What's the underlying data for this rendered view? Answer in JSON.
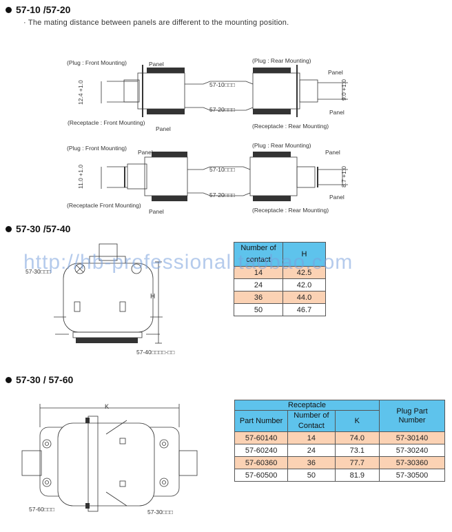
{
  "section1": {
    "title": "57-10 /57-20",
    "note": "· The mating distance between panels are different to the mounting position.",
    "diagram1": {
      "plug_front": "(Plug : Front Mounting)",
      "receptacle_front": "(Receptacle : Front Mounting)",
      "plug_rear": "(Plug : Rear Mounting)",
      "receptacle_rear": "(Receptacle : Rear Mounting)",
      "panel": "Panel",
      "series_10": "57-10□□□",
      "series_20": "57-20□□□",
      "dim_left": "12.4 +1.0",
      "dim_right": "9.0 +1.0"
    },
    "diagram2": {
      "plug_front": "(Plug : Front Mounting)",
      "receptacle_front": "(Receptacle Front Mounting)",
      "plug_rear": "(Plug : Rear Mounting)",
      "receptacle_rear": "(Receptacle : Rear Mounting)",
      "panel": "Panel",
      "series_10": "57-10□□□",
      "series_20": "57-20□□□",
      "dim_left": "11.0 +1.0",
      "dim_right": "8.7 +1.0"
    }
  },
  "section2": {
    "title": "57-30 /57-40",
    "label_top": "57-30□□□",
    "label_bottom": "57-40□□□□-□□",
    "label_h": "H",
    "table": {
      "headers": [
        "Number of contact",
        "H"
      ],
      "rows": [
        {
          "contacts": "14",
          "h": "42.5",
          "highlight": true
        },
        {
          "contacts": "24",
          "h": "42.0",
          "highlight": false
        },
        {
          "contacts": "36",
          "h": "44.0",
          "highlight": true
        },
        {
          "contacts": "50",
          "h": "46.7",
          "highlight": false
        }
      ]
    }
  },
  "watermark": "http://hb-professional.taobao.com",
  "section3": {
    "title": "57-30 / 57-60",
    "label_k": "K",
    "label_left": "57-60□□□",
    "label_right": "57-30□□□",
    "table": {
      "group_header": "Receptacle",
      "headers": [
        "Part Number",
        "Number of Contact",
        "K",
        "Plug Part Number"
      ],
      "rows": [
        {
          "part": "57-60140",
          "contacts": "14",
          "k": "74.0",
          "plug": "57-30140",
          "highlight": true
        },
        {
          "part": "57-60240",
          "contacts": "24",
          "k": "73.1",
          "plug": "57-30240",
          "highlight": false
        },
        {
          "part": "57-60360",
          "contacts": "36",
          "k": "77.7",
          "plug": "57-30360",
          "highlight": true
        },
        {
          "part": "57-60500",
          "contacts": "50",
          "k": "81.9",
          "plug": "57-30500",
          "highlight": false
        }
      ]
    }
  },
  "colors": {
    "table_header": "#5ec3ec",
    "row_highlight": "#fbd2b4",
    "watermark": "#78a0dc"
  }
}
